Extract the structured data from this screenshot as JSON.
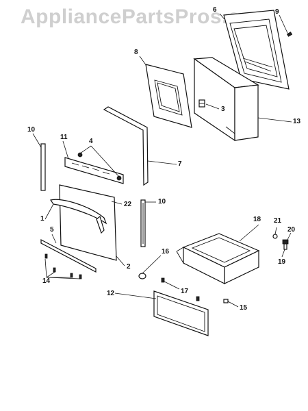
{
  "watermark": "AppliancePartsPros.com",
  "callouts": {
    "c1": "1",
    "c2": "2",
    "c3": "3",
    "c4": "4",
    "c5": "5",
    "c6": "6",
    "c7": "7",
    "c8": "8",
    "c9": "9",
    "c10a": "10",
    "c10b": "10",
    "c11": "11",
    "c12": "12",
    "c13": "13",
    "c14": "14",
    "c15": "15",
    "c16": "16",
    "c17": "17",
    "c18": "18",
    "c19": "19",
    "c20": "20",
    "c21": "21",
    "c22": "22"
  }
}
